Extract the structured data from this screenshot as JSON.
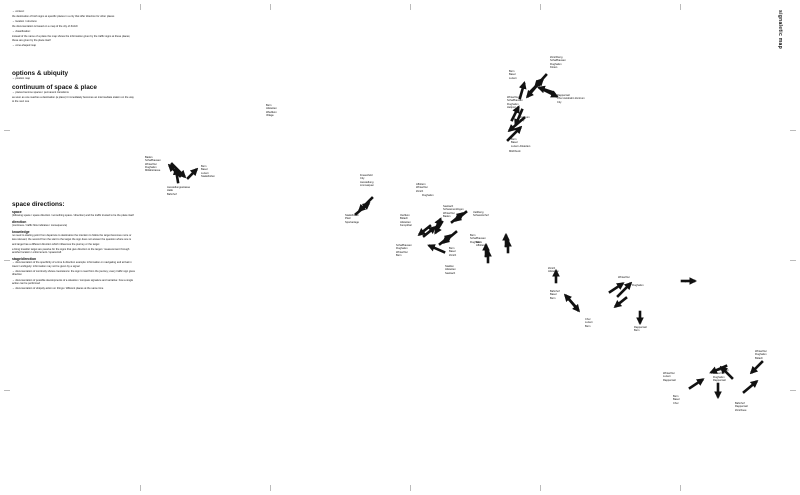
{
  "title": "signaletic map",
  "intro": [
    "→ context:",
    "the destination of both signs at specific places in a city that offer direction for other places",
    "→ location / structure:",
    "the documentation is based on a map of the city of Zürich",
    "→ classification:",
    "instead of the name of a place the map shows the information given by the traffic signs at these places; these are given by the place itself",
    "→ cone-shaped map"
  ],
  "options": {
    "heading": "options & ubiquity",
    "sub": "→ position map"
  },
  "continuum": {
    "heading": "continuum of space & place",
    "lines": [
      "→ places become spaces / permanent transitions",
      "as soon as one reaches a destination (a place) it immediately becomes an intermediate station on the way to the next one"
    ]
  },
  "directions": {
    "heading": "space directions:",
    "items": [
      {
        "head": "space",
        "text": "(following space / space direction / something space / direction) and the traffic trusted to be the place itself"
      },
      {
        "head": "direction",
        "text": "(continues / traffic flow indicates / consequence)"
      },
      {
        "head": "knowledge",
        "text": "no need to starting point from departure to destination the intention to follow the target becomes more or less relevant; the second from the start to the target the sign does not answer the question where one is"
      },
      {
        "head": "",
        "text": "and target has a different direction which influences the journey or the target"
      },
      {
        "head": "",
        "text": "a living traveller target are passive for the signs that give direction to the target / measurement through another location / enforcement / spacecraft"
      },
      {
        "head": "stage/direction",
        "text": "→ documentation of the specificity of a time & direction example: information on navigating and arrival in travel / ambiguity: information may not be given by a signal"
      },
      {
        "head": "",
        "text": "→ documentation of continuity shows coexistence: the sign is read from the journey; every traffic sign gives direction"
      },
      {
        "head": "",
        "text": "→ documentation of possible developments of a situation / compare signature and narrative: how a single action can be performed"
      },
      {
        "head": "",
        "text": "→ documentation of ubiquity action on things / different places at the same time"
      }
    ]
  },
  "nodes": [
    {
      "id": "n01",
      "label": "Bern\nBasel\nLuzern"
    },
    {
      "id": "n02",
      "label": "Zürichberg\nSchaffhausen\nFlughafen\nKloten"
    },
    {
      "id": "n03",
      "label": "Winterthur\nSchaffhausen\nFlughafen\nHeliport"
    },
    {
      "id": "n04",
      "label": "Rapperswil\nChur Autobahn Zentrum\nCity"
    },
    {
      "id": "n05",
      "label": "Zentrum\nCity"
    },
    {
      "id": "n06",
      "label": "Bern\nBasel\nLuzern Altstetten"
    },
    {
      "id": "n07",
      "label": "Bern\nAltstetten\nWiedikon\nVillage"
    },
    {
      "id": "n08",
      "label": "Baden\nSchaffhausen\nWinterthur\nFlughafen\nMilitärstrasse"
    },
    {
      "id": "n09",
      "label": "Bern\nBasel\nLuzern\nStadelhofen"
    },
    {
      "id": "n10",
      "label": "Ausstellungsstrasse\nHalle\nBahnhof"
    },
    {
      "id": "n11",
      "label": "Uetliberg\nSchweizerhof"
    },
    {
      "id": "n12",
      "label": "Frauenfeld\nCity\nAusstellung\nLimmatquai"
    },
    {
      "id": "n13",
      "label": "Schaffhausen\nFlughafen\nWinterthur\nBern"
    },
    {
      "id": "n14",
      "label": "Stadelhofen\nPlatz\nSportanlage"
    },
    {
      "id": "n15",
      "label": "Oerlikon\nBülach\nAltstetten\nKemptthal"
    },
    {
      "id": "n16",
      "label": "Seebach\nSchwamendingen\nWinterthur\nBaden"
    },
    {
      "id": "n17",
      "label": "Bern\nBasel\nZürich"
    },
    {
      "id": "n18",
      "label": "Bern\nAffoltern"
    },
    {
      "id": "n19",
      "label": "Affoltern\nWinterthur\nZürich"
    },
    {
      "id": "n20",
      "label": "Bern\nSchaffhausen\nFlughafen"
    },
    {
      "id": "n21",
      "label": "Stadion\nAltstetten\nSeebach"
    },
    {
      "id": "n22",
      "label": "Zürich\nAltstetten"
    },
    {
      "id": "n23",
      "label": "Bahnhof\nBasel\nBern"
    },
    {
      "id": "n24",
      "label": "Flughafen"
    },
    {
      "id": "n25",
      "label": "Winterthur"
    },
    {
      "id": "n26",
      "label": "Chur\nLuzern\nBern"
    },
    {
      "id": "n27",
      "label": "Milchbuck"
    },
    {
      "id": "n28",
      "label": "Flughafen"
    },
    {
      "id": "n29",
      "label": "Rapperswil\nBern"
    },
    {
      "id": "n30",
      "label": "Flughafen"
    },
    {
      "id": "n31",
      "label": "Winterthur\nFlughafen\nBülach"
    },
    {
      "id": "n32",
      "label": "Schaffhausen\nWinterthur\nFlughafen\nRapperswil"
    },
    {
      "id": "n33",
      "label": "Winterthur\nLuzern\nRapperswil"
    },
    {
      "id": "n34",
      "label": "Bern\nBasel\nChur"
    },
    {
      "id": "n35",
      "label": "Bahnhof\nRapperswil\nZürichsee"
    }
  ],
  "colors": {
    "ink": "#111111",
    "tick": "#bbbbbb"
  }
}
